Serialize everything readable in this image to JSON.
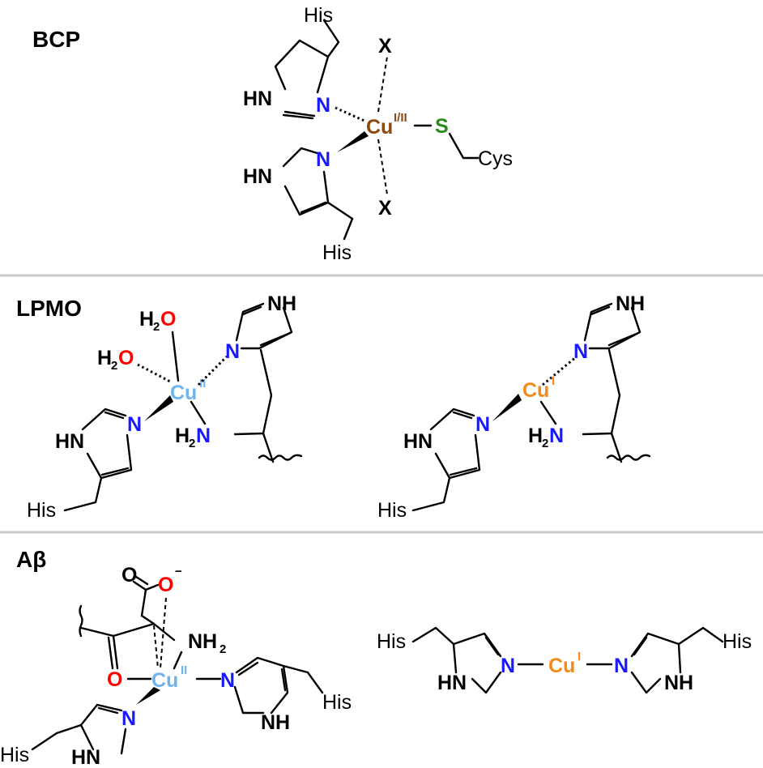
{
  "sections": {
    "bcp": "BCP",
    "lpmo": "LPMO",
    "abeta": "Aβ"
  },
  "labels": {
    "his": "His",
    "cys": "Cys",
    "x": "X",
    "hn": "HN",
    "nh": "NH",
    "n": "N",
    "s": "S",
    "o": "O",
    "h2": "H",
    "two": "2",
    "nh2": "NH",
    "cu": "Cu",
    "minus": "−",
    "ox_bcp": "I/II",
    "ox_ii": "II",
    "ox_i": "I"
  },
  "colors": {
    "nitrogen": "#1919ff",
    "oxygen": "#ff0000",
    "sulfur": "#2a8a1a",
    "cu_bcp": "#8b4a13",
    "cu_ii": "#6fb4ee",
    "cu_i": "#f58a1c",
    "separator": "#c9c9c9"
  }
}
